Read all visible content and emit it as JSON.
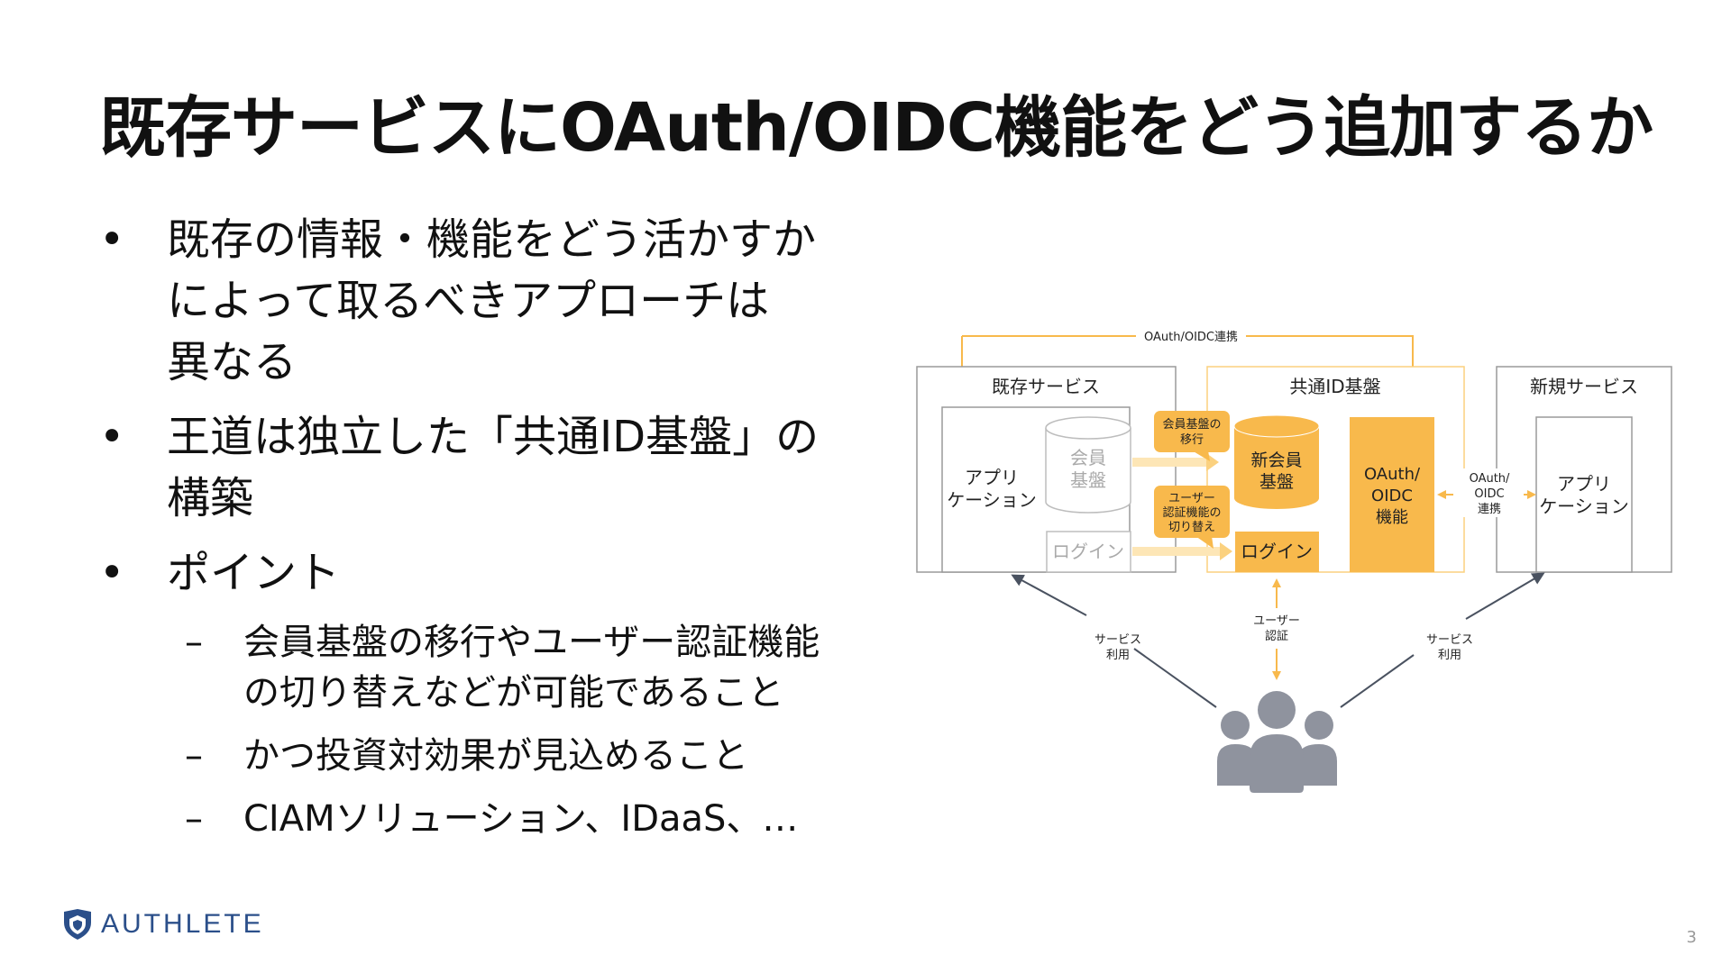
{
  "title": "既存サービスにOAuth/OIDC機能をどう追加するか",
  "bullets": [
    {
      "lines": [
        "既存の情報・機能をどう活かすか",
        "によって取るべきアプローチは",
        "異なる"
      ]
    },
    {
      "lines": [
        "王道は独立した「共通ID基盤」の",
        "構築"
      ]
    },
    {
      "lines": [
        "ポイント"
      ]
    }
  ],
  "sub_bullets": [
    {
      "lines": [
        "会員基盤の移行やユーザー認証機能",
        "の切り替えなどが可能であること"
      ]
    },
    {
      "lines": [
        "かつ投資対効果が見込めること"
      ]
    },
    {
      "lines": [
        "CIAMソリューション、IDaaS、…"
      ]
    }
  ],
  "bullet_marker": "•",
  "sub_marker": "–",
  "diagram": {
    "top_link_label": "OAuth/OIDC連携",
    "existing_service": {
      "title": "既存サービス",
      "app_lines": [
        "アプリ",
        "ケーション"
      ],
      "member_db_lines": [
        "会員",
        "基盤"
      ],
      "login": "ログイン"
    },
    "common_id": {
      "title": "共通ID基盤",
      "new_db_lines": [
        "新会員",
        "基盤"
      ],
      "login": "ログイン",
      "oauth_lines": [
        "OAuth/",
        "OIDC",
        "機能"
      ]
    },
    "new_service": {
      "title": "新規サービス",
      "app_lines": [
        "アプリ",
        "ケーション"
      ]
    },
    "callout_migrate_lines": [
      "会員基盤の",
      "移行"
    ],
    "callout_switch_lines": [
      "ユーザー",
      "認証機能の",
      "切り替え"
    ],
    "oidc_link_lines": [
      "OAuth/",
      "OIDC",
      "連携"
    ],
    "user_auth_lines": [
      "ユーザー",
      "認証"
    ],
    "service_use_left_lines": [
      "サービス",
      "利用"
    ],
    "service_use_right_lines": [
      "サービス",
      "利用"
    ]
  },
  "logo_text": "AUTHLETE",
  "page_number": "3",
  "colors": {
    "accent": "#f8b94c",
    "accent_light": "#fbd17f",
    "border_gray": "#9a9a9a",
    "text_gray": "#aaaaaa",
    "users": "#8f939e",
    "brand": "#2b4f8a"
  }
}
